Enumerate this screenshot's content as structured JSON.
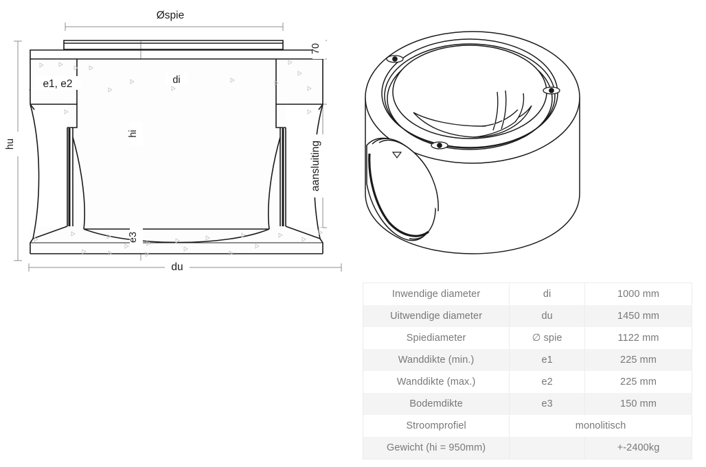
{
  "drawing": {
    "section_view": {
      "name": "cross-section-view",
      "labels": {
        "spie_diameter": "Øspie",
        "inner_diameter": "di",
        "inner_height": "hi",
        "outer_height": "hu",
        "outer_diameter": "du",
        "wall_thickness": "e1, e2",
        "base_thickness": "e3",
        "connection": "aansluiting",
        "top_flange": "70"
      }
    },
    "isometric_view": {
      "name": "isometric-view",
      "description": "monolithic concrete manhole chamber"
    }
  },
  "spec_table": {
    "columns": [
      "label",
      "symbol",
      "value"
    ],
    "rows": [
      {
        "label": "Inwendige diameter",
        "symbol": "di",
        "value": "1000 mm"
      },
      {
        "label": "Uitwendige diameter",
        "symbol": "du",
        "value": "1450 mm"
      },
      {
        "label": "Spiediameter",
        "symbol": "∅ spie",
        "value": "1122 mm"
      },
      {
        "label": "Wanddikte (min.)",
        "symbol": "e1",
        "value": "225 mm"
      },
      {
        "label": "Wanddikte (max.)",
        "symbol": "e2",
        "value": "225 mm"
      },
      {
        "label": "Bodemdikte",
        "symbol": "e3",
        "value": "150 mm"
      },
      {
        "label": "Stroomprofiel",
        "symbol": "",
        "value": "monolitisch",
        "merged": true
      },
      {
        "label": "Gewicht (hi = 950mm)",
        "symbol": "",
        "value": "+-2400kg",
        "merged": true
      }
    ]
  },
  "colors": {
    "row_odd": "#ffffff",
    "row_even": "#f4f4f4",
    "border": "#ececec",
    "text": "#787878",
    "line": "#1a1a1a",
    "dim_line": "#8c8c8c"
  }
}
